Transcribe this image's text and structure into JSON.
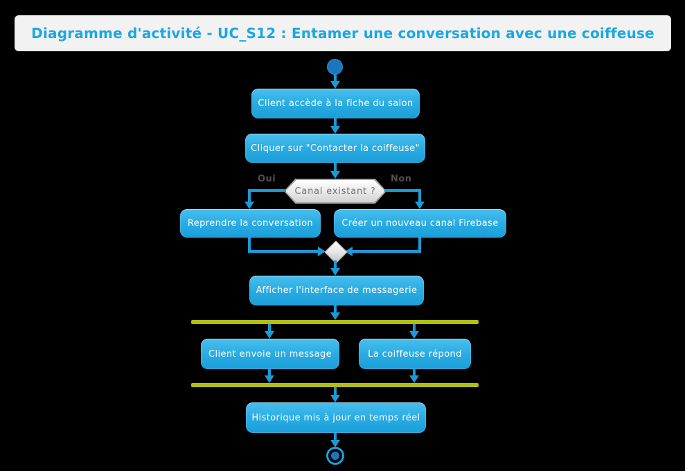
{
  "title": "Diagramme d'activité - UC_S12 : Entamer une conversation avec une coiffeuse",
  "colors": {
    "background": "#000000",
    "title_bar_fill": "#f2f2f2",
    "title_text": "#1ba7e3",
    "action_node_fill": "#29abe2",
    "action_node_text": "#ffffff",
    "arrow": "#1b9ad6",
    "initial_node_fill": "#1b77bd",
    "decision_fill": "#ededed",
    "decision_text": "#6e6e6e",
    "guard_text": "#4f4f4f",
    "fork_join_bar": "#b3be12"
  },
  "diagram": {
    "type": "uml-activity",
    "nodes": [
      {
        "id": "start",
        "type": "initial"
      },
      {
        "id": "n1",
        "type": "action",
        "label": "Client accède à la fiche du salon"
      },
      {
        "id": "n2",
        "type": "action",
        "label": "Cliquer sur \"Contacter la coiffeuse\""
      },
      {
        "id": "d1",
        "type": "decision",
        "label": "Canal existant ?"
      },
      {
        "id": "n3",
        "type": "action",
        "label": "Reprendre la conversation"
      },
      {
        "id": "n4",
        "type": "action",
        "label": "Créer un nouveau canal Firebase"
      },
      {
        "id": "m1",
        "type": "merge"
      },
      {
        "id": "n5",
        "type": "action",
        "label": "Afficher l'interface de messagerie"
      },
      {
        "id": "f1",
        "type": "fork"
      },
      {
        "id": "n6",
        "type": "action",
        "label": "Client envoie un message"
      },
      {
        "id": "n7",
        "type": "action",
        "label": "La coiffeuse répond"
      },
      {
        "id": "j1",
        "type": "join"
      },
      {
        "id": "n8",
        "type": "action",
        "label": "Historique mis à jour en temps réel"
      },
      {
        "id": "end",
        "type": "final"
      }
    ],
    "edges": [
      {
        "from": "start",
        "to": "n1"
      },
      {
        "from": "n1",
        "to": "n2"
      },
      {
        "from": "n2",
        "to": "d1"
      },
      {
        "from": "d1",
        "to": "n3",
        "guard": "Oui"
      },
      {
        "from": "d1",
        "to": "n4",
        "guard": "Non"
      },
      {
        "from": "n3",
        "to": "m1"
      },
      {
        "from": "n4",
        "to": "m1"
      },
      {
        "from": "m1",
        "to": "n5"
      },
      {
        "from": "n5",
        "to": "f1"
      },
      {
        "from": "f1",
        "to": "n6"
      },
      {
        "from": "f1",
        "to": "n7"
      },
      {
        "from": "n6",
        "to": "j1"
      },
      {
        "from": "n7",
        "to": "j1"
      },
      {
        "from": "j1",
        "to": "n8"
      },
      {
        "from": "n8",
        "to": "end"
      }
    ]
  }
}
